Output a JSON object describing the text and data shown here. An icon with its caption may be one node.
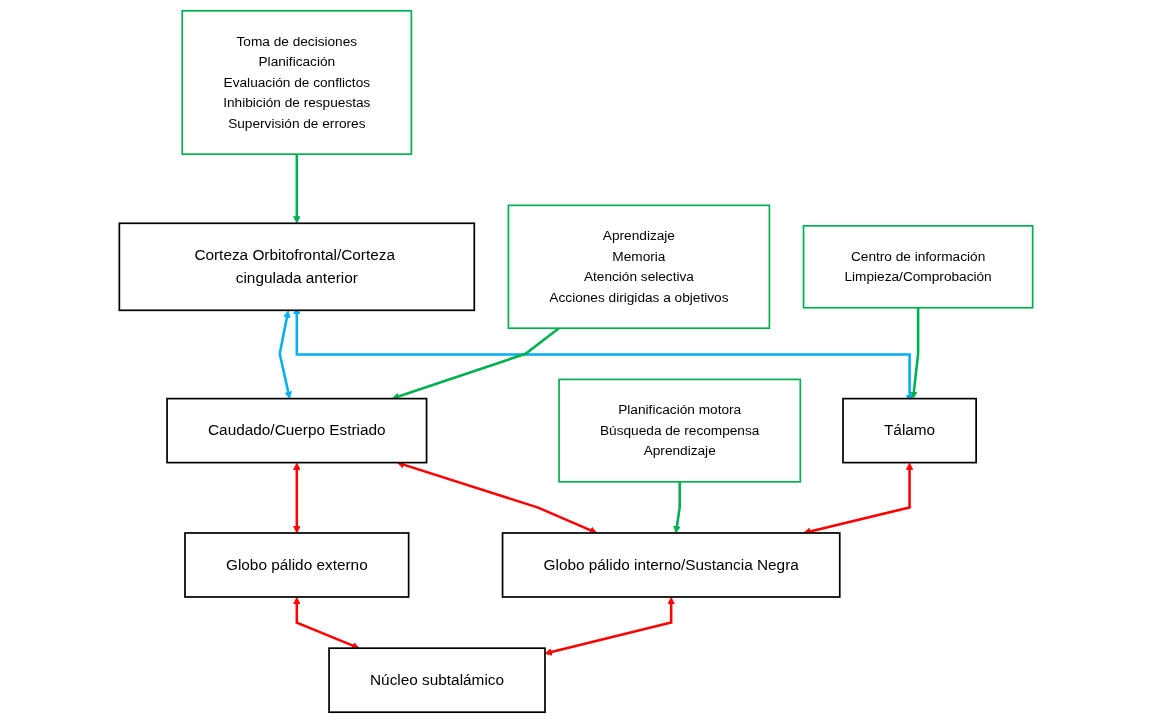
{
  "diagram": {
    "nodes": [
      {
        "text": [
          "Corteza Orbitofrontal/Corteza cingulada anterior"
        ]
      },
      {
        "text": [
          "Caudado/Cuerpo Estriado"
        ]
      },
      {
        "text": [
          "Globo pálido externo"
        ]
      },
      {
        "text": [
          "Toma de decisiones",
          "Planificación",
          "Evaluación de conflictos",
          "Inhibición de respuestas",
          "Supervisión de errores"
        ]
      },
      {
        "text": [
          "Aprendizaje",
          "Memoria",
          "Atención selectiva",
          "Acciones dirigidas a objetivos"
        ]
      },
      {
        "text": [
          "Centro de información",
          "Limpieza/Comprobación"
        ]
      },
      {
        "text": [
          "Planificación motora",
          "Búsqueda de recompensa",
          "Aprendizaje"
        ]
      },
      {
        "text": [
          "Tálamo"
        ]
      },
      {
        "text": [
          "Globo pálido interno/Sustancia Negra"
        ]
      },
      {
        "text": [
          "Núcleo subtalámico"
        ]
      }
    ],
    "edges": [
      {
        "from": 0,
        "to": 1,
        "arrow": "both",
        "color": "#00b0f0"
      },
      {
        "from": 1,
        "to": 2,
        "arrow": "both",
        "color": "#ff0000"
      },
      {
        "from": 0,
        "to": 7,
        "arrow": "both",
        "color": "#00b0f0"
      },
      {
        "from": 3,
        "to": 0,
        "arrow": "to",
        "color": "#00b050"
      },
      {
        "from": 4,
        "to": 1,
        "arrow": "to",
        "color": "#00b050"
      },
      {
        "from": 1,
        "to": 8,
        "arrow": "both",
        "color": "#ff0000"
      },
      {
        "from": 2,
        "to": 9,
        "arrow": "both",
        "color": "#ff0000"
      },
      {
        "from": 5,
        "to": 7,
        "arrow": "to",
        "color": "#00b050"
      },
      {
        "from": 6,
        "to": 8,
        "arrow": "to",
        "color": "#00b050"
      },
      {
        "from": 7,
        "to": 8,
        "arrow": "both",
        "color": "#ff0000"
      },
      {
        "from": 8,
        "to": 9,
        "arrow": "both",
        "color": "#ff0000"
      }
    ]
  }
}
